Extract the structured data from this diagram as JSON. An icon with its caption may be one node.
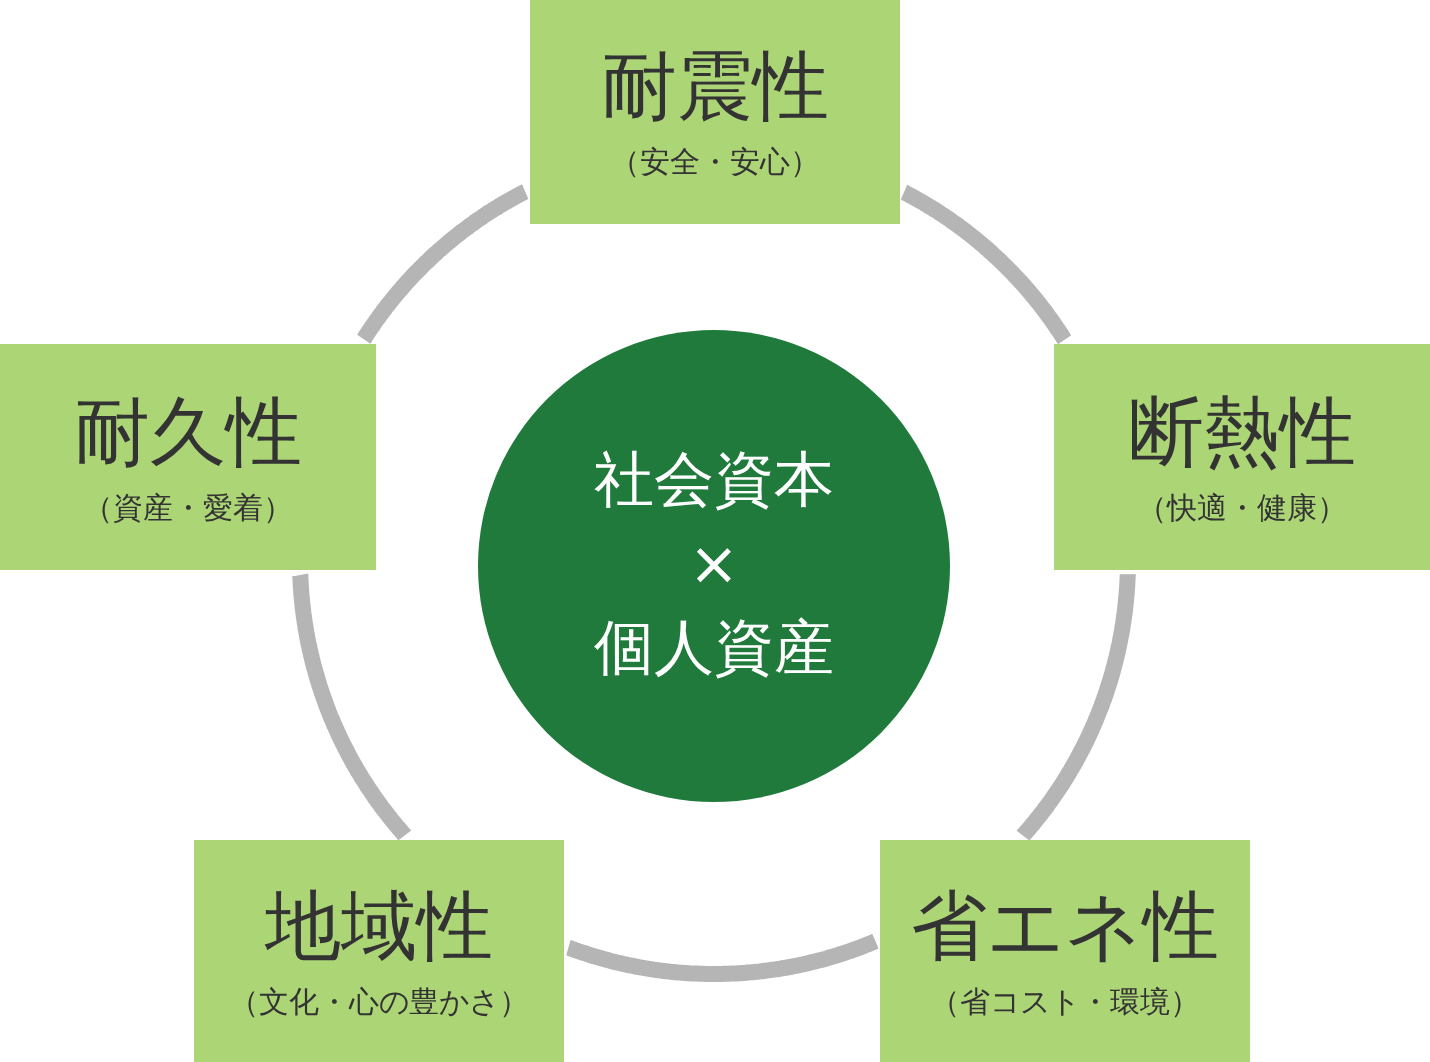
{
  "diagram": {
    "nodes": [
      {
        "text": [
          "耐震性",
          "（安全・安心）"
        ]
      },
      {
        "text": [
          "耐久性",
          "（資産・愛着）"
        ]
      },
      {
        "text": [
          "社会資本",
          "×",
          "個人資産"
        ]
      },
      {
        "text": [
          "断熱性",
          "（快適・健康）"
        ]
      },
      {
        "text": [
          "地域性",
          "（文化・心の豊かさ）"
        ]
      },
      {
        "text": [
          "省エネ性",
          "（省コスト・環境）"
        ]
      }
    ],
    "edges": [
      {
        "from": 0,
        "to": 3,
        "arrow": "none"
      },
      {
        "from": 3,
        "to": 5,
        "arrow": "none"
      },
      {
        "from": 5,
        "to": 4,
        "arrow": "none"
      },
      {
        "from": 4,
        "to": 1,
        "arrow": "none"
      },
      {
        "from": 1,
        "to": 0,
        "arrow": "none"
      }
    ]
  }
}
